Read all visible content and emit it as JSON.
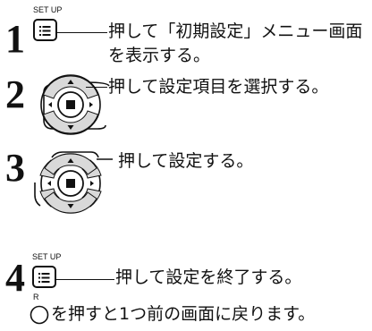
{
  "steps": [
    {
      "number": "1",
      "button_label": "SET UP",
      "button_icon": "menu-icon",
      "text_line1": "押して「初期設定」メニュー画面",
      "text_line2": "を表示する。"
    },
    {
      "number": "2",
      "control_icon": "up-down-keys-icon",
      "text_line1": "押して設定項目を選択する。"
    },
    {
      "number": "3",
      "control_icon": "left-right-keys-icon",
      "text_line1": "押して設定する。"
    },
    {
      "number": "4",
      "button_label": "SET UP",
      "button_icon": "menu-icon",
      "text_line1": "押して設定を終了する。"
    }
  ],
  "footer": {
    "button_label": "R",
    "button_icon": "return-button-icon",
    "text": "を押すと1つ前の画面に戻ります。"
  }
}
